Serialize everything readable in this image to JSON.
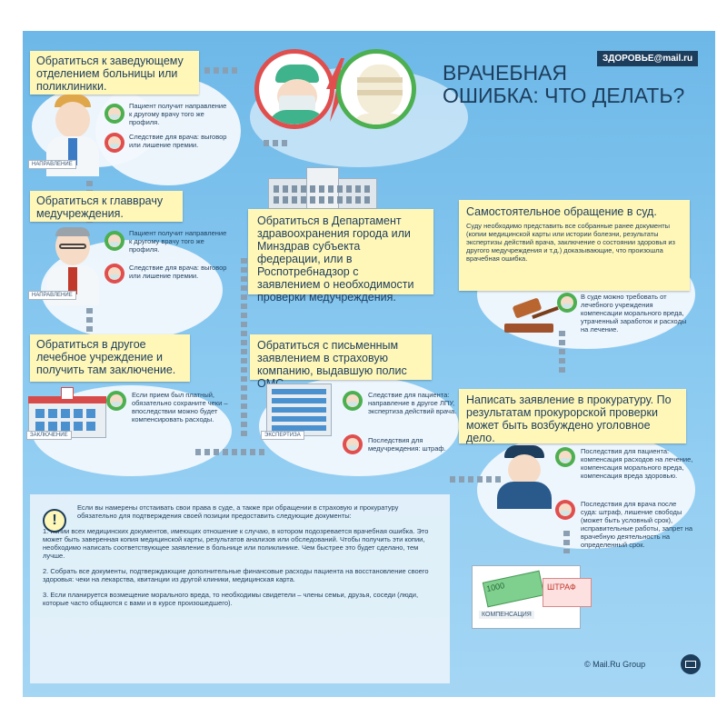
{
  "header": {
    "title_line1": "ВРАЧЕБНАЯ",
    "title_line2": "ОШИБКА: ЧТО ДЕЛАТЬ?",
    "logo": "ЗДОРОВЬЕ@mail.ru"
  },
  "steps": {
    "head_of_dept": {
      "text": "Обратиться к заведующему отделением больницы или поликлиники.",
      "patient_note": "Пациент получит направление к другому врачу того же профиля.",
      "doctor_note": "Следствие для врача: выговор или лишение премии.",
      "tag": "НАПРАВЛЕНИЕ"
    },
    "chief_doctor": {
      "text": "Обратиться к главврачу медучреждения.",
      "patient_note": "Пациент получит направление к другому врачу того же профиля.",
      "doctor_note": "Следствие для врача: выговор или лишение премии.",
      "tag": "НАПРАВЛЕНИЕ"
    },
    "other_clinic": {
      "text": "Обратиться в другое лечебное учреждение и получить там заключение.",
      "note": "Если прием был платный, обязательно сохраните чеки – впоследствии можно будет компенсировать расходы.",
      "tag": "ЗАКЛЮЧЕНИЕ"
    },
    "department": {
      "text": "Обратиться в Департамент здравоохранения города или Минздрав субъекта федерации, или в Роспотребнадзор с заявлением о необходимости проверки медучреждения."
    },
    "insurance": {
      "text": "Обратиться с письменным заявлением в страховую компанию, выдавшую полис ОМС.",
      "patient_note": "Следствие для пациента: направление в другое ЛПУ, экспертиза действий врача.",
      "clinic_note": "Последствия для медучреждения: штраф.",
      "tag": "ЭКСПЕРТИЗА"
    },
    "court": {
      "title": "Самостоятельное обращение в суд.",
      "text": "Суду необходимо представить все собранные ранее документы (копии медицинской карты или истории болезни, результаты экспертизы действий врача, заключение о состоянии здоровья из другого медучреждения и т.д.) доказывающие, что произошла врачебная ошибка.",
      "note": "В суде можно требовать от лечебного учреждения компенсации морального вреда, утраченный заработок и расходы на лечение."
    },
    "prosecutor": {
      "text": "Написать заявление в прокуратуру. По результатам прокурорской проверки может быть возбуждено уголовное дело.",
      "patient_note": "Последствия для пациента: компенсация расходов на лечение, компенсация морального вреда, компенсация вреда здоровью.",
      "doctor_note": "Последствия для врача после суда: штраф, лишение свободы (может быть условный срок), исправительные работы, запрет на врачебную деятельность на определенный срок."
    }
  },
  "warning": {
    "icon": "!",
    "intro": "Если вы намерены отстаивать свои права в суде, а также при обращении в страховую и прокуратуру обязательно для подтверждения своей позиции предоставить следующие документы:",
    "item1": "1. Копии всех медицинских документов, имеющих отношение к случаю, в котором подозревается врачебная ошибка. Это может быть заверенная копия медицинской карты, результатов анализов или обследований. Чтобы получить эти копии, необходимо написать соответствующее заявление в больнице или поликлинике. Чем быстрее это будет сделано, тем лучше.",
    "item2": "2. Собрать все документы, подтверждающие дополнительные финансовые расходы пациента на восстановление своего здоровья: чеки на лекарства, квитанции из другой клиники, медицинская карта.",
    "item3": "3. Если планируется возмещение морального вреда, то необходимы свидетели – члены семьи, друзья, соседи (люди, которые часто общаются с вами и в курсе произошедшего)."
  },
  "envelope": {
    "money_label": "1000",
    "compensation": "КОМПЕНСАЦИЯ",
    "fine": "ШТРАФ"
  },
  "footer": {
    "copyright": "© Mail.Ru Group"
  },
  "colors": {
    "background": "#8dcbf1",
    "yellow_box": "#fff7b8",
    "text": "#1d3d5c",
    "green": "#4caf50",
    "red": "#e04e4e"
  }
}
